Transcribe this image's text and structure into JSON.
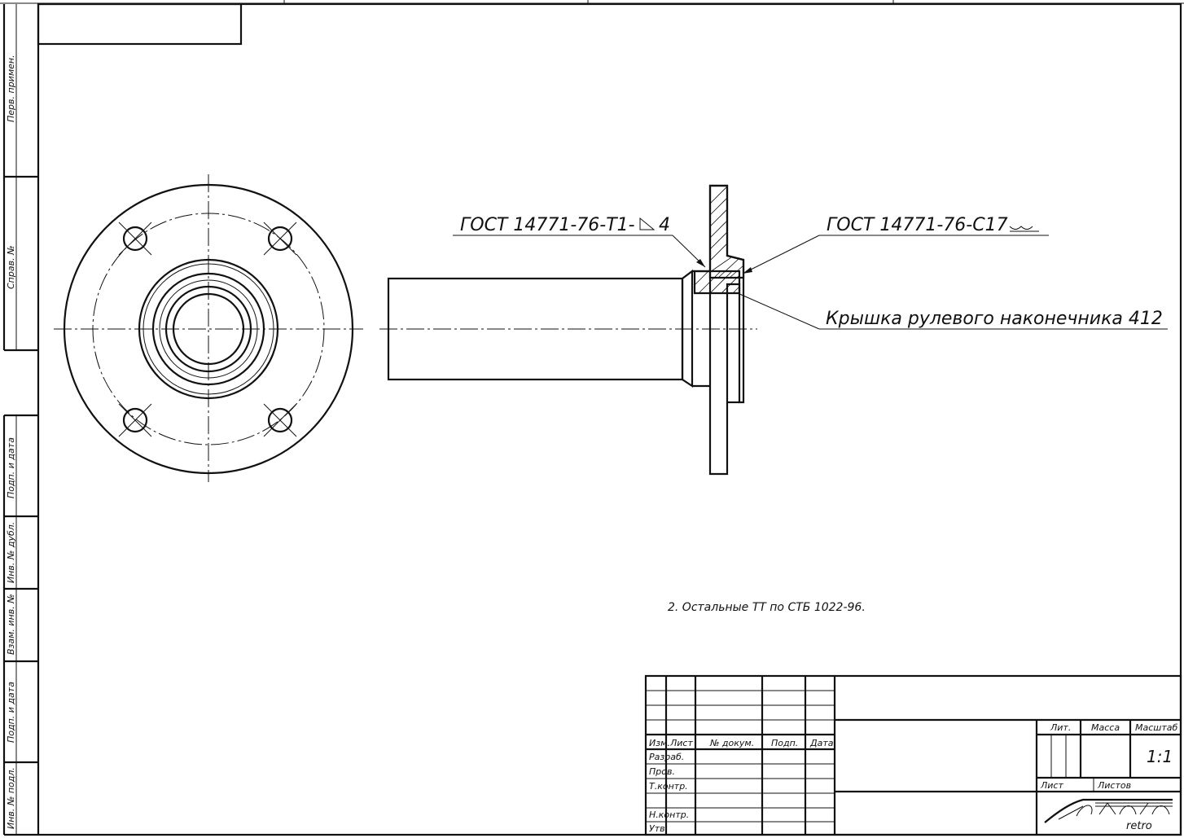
{
  "side_stamp": {
    "perv_primen": "Перв. примен.",
    "sprav_no": "Справ. №",
    "podp_data_1": "Подп. и дата",
    "inv_dubl": "Инв. № дубл.",
    "vzam_inv": "Взам. инв. №",
    "podp_data_2": "Подп. и дата",
    "inv_podl": "Инв. № подл."
  },
  "annotations": {
    "weld_left": "ГОСТ 14771-76-Т1-",
    "weld_left_size": "4",
    "weld_right": "ГОСТ 14771-76-С17",
    "part_name": "Крышка рулевого наконечника 412",
    "note": "2. Остальные ТТ по СТБ 1022-96."
  },
  "title_block": {
    "headers": {
      "izm": "Изм.",
      "list": "Лист",
      "doc_no": "№ докум.",
      "podp": "Подп.",
      "data": "Дата"
    },
    "roles": {
      "razrab": "Разраб.",
      "prov": "Пров.",
      "tkontr": "Т.контр.",
      "nkontr": "Н.контр.",
      "utv": "Утв."
    },
    "lit": "Лит.",
    "massa": "Масса",
    "masshtab": "Масштаб",
    "scale_value": "1:1",
    "list": "Лист",
    "listov": "Листов",
    "logo_text": "retro"
  }
}
